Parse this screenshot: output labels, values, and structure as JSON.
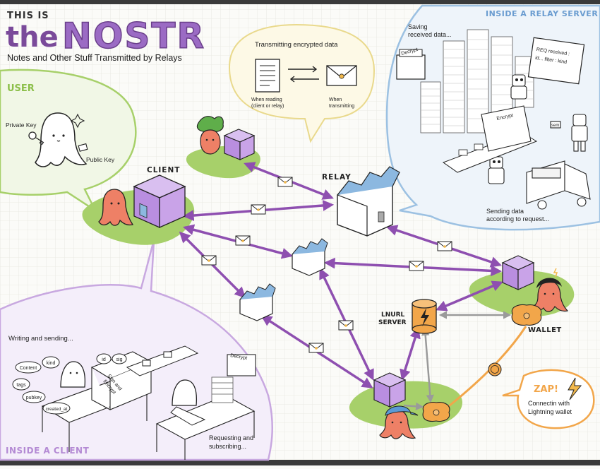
{
  "header": {
    "pre_title": "THIS IS",
    "title_the": "the",
    "title_main": "NOSTR",
    "subtitle": "Notes and Other Stuff Transmitted by Relays"
  },
  "colors": {
    "accent_purple": "#8e4fb0",
    "title_purple": "#9b6bc4",
    "green": "#a7d06a",
    "relay_blue": "#8cb8e0",
    "orange": "#f2a64a",
    "creature_red": "#ee8066",
    "lightning_gold": "#f2b84b"
  },
  "user_bubble": {
    "title": "USER",
    "private_key": "Private Key",
    "public_key": "Public Key"
  },
  "encryption_bubble": {
    "title": "Transmitting encrypted data",
    "reading": [
      "When reading",
      "(client or relay)"
    ],
    "transmitting": [
      "When",
      "transmitting"
    ]
  },
  "relay_server_bubble": {
    "title": "INSIDE A RELAY SERVER",
    "saving": [
      "Saving",
      "received data..."
    ],
    "sending": [
      "Sending data",
      "according to request..."
    ],
    "sign_decrypt": "Decrypt",
    "sign_encrypt": "Encrypt",
    "req_note": [
      "REQ received :",
      "id...  filter : kind"
    ],
    "robot_sign": "sem"
  },
  "client_bubble": {
    "title": "INSIDE A CLIENT",
    "writing": "Writing and sending...",
    "requesting": [
      "Requesting and",
      "subscribing..."
    ],
    "bubbles": [
      "Content",
      "kind",
      "tags",
      "pubkey",
      "created_at"
    ],
    "id_sig": [
      "id",
      "sig"
    ],
    "sign_encrypt": [
      "Sign and",
      "Encrypt"
    ],
    "decrypt": "Decrypt"
  },
  "labels": {
    "client": "CLIENT",
    "relay": "RELAY",
    "lnurl": [
      "LNURL",
      "SERVER"
    ],
    "wallet": "WALLET"
  },
  "zap_bubble": {
    "title": "ZAP!",
    "text": [
      "Connectin with",
      "Lightning wallet"
    ]
  }
}
